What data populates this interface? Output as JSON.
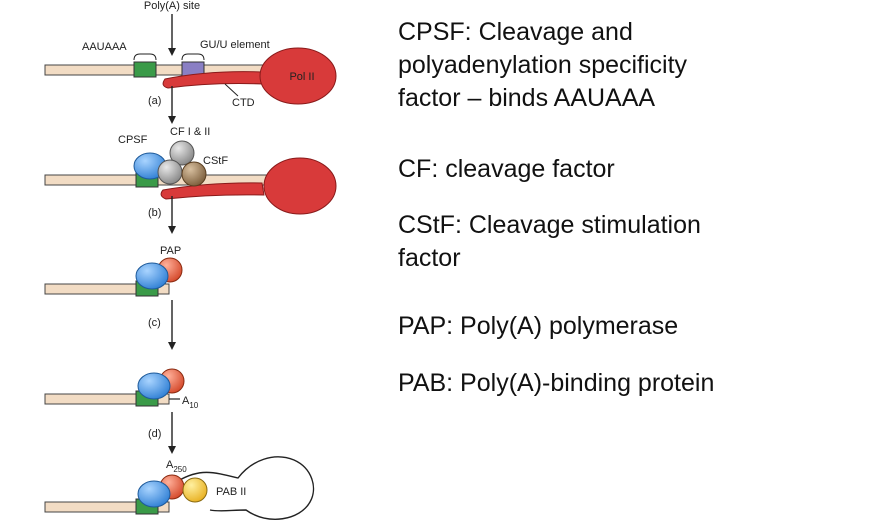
{
  "diagram": {
    "labels": {
      "polya_site": "Poly(A) site",
      "aauaaa": "AAUAAA",
      "gu_element": "GU/U element",
      "pol2": "Pol II",
      "ctd": "CTD",
      "step_a": "(a)",
      "step_b": "(b)",
      "step_c": "(c)",
      "step_d": "(d)",
      "cpsf": "CPSF",
      "cf": "CF I & II",
      "cstf": "CStF",
      "pap": "PAP",
      "a10_base": "A",
      "a10_sub": "10",
      "a250_base": "A",
      "a250_sub": "250",
      "pab2": "PAB II"
    },
    "colors": {
      "rna": "#f2dcc4",
      "aauaaa_box": "#3a9a48",
      "gu_box": "#8a7fc4",
      "pol2": "#d83a3a",
      "cpsf": "#3b8ee0",
      "cf": "#9a9a9a",
      "cstf": "#9a7c58",
      "pap": "#e0623a",
      "pab": "#f4c631"
    }
  },
  "glossary": [
    {
      "text": "CPSF: Cleavage and\npolyadenylation specificity\nfactor – binds AAUAAA"
    },
    {
      "text": "CF: cleavage factor"
    },
    {
      "text": "CStF: Cleavage stimulation\nfactor"
    },
    {
      "text": "PAP: Poly(A) polymerase"
    },
    {
      "text": "PAB: Poly(A)-binding protein"
    }
  ]
}
